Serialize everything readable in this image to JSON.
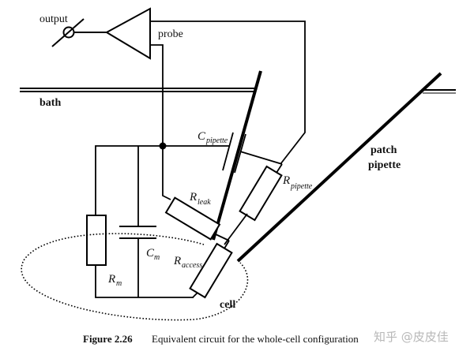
{
  "figure": {
    "caption_number": "Figure 2.26",
    "caption_text": "Equivalent circuit for the whole-cell configuration",
    "watermark": "知乎 @皮皮佳"
  },
  "labels": {
    "output": "output",
    "probe": "probe",
    "bath": "bath",
    "patch_line1": "patch",
    "patch_line2": "pipette",
    "cell": "cell"
  },
  "components": {
    "c_pipette": {
      "main": "C",
      "sub": "pipette"
    },
    "r_pipette": {
      "main": "R",
      "sub": "pipette"
    },
    "r_leak": {
      "main": "R",
      "sub": "leak"
    },
    "r_access": {
      "main": "R",
      "sub": "access"
    },
    "c_m": {
      "main": "C",
      "sub": "m"
    },
    "r_m": {
      "main": "R",
      "sub": "m"
    }
  },
  "colors": {
    "ink": "#000000",
    "background": "#ffffff",
    "watermark": "#b8b8b8"
  }
}
